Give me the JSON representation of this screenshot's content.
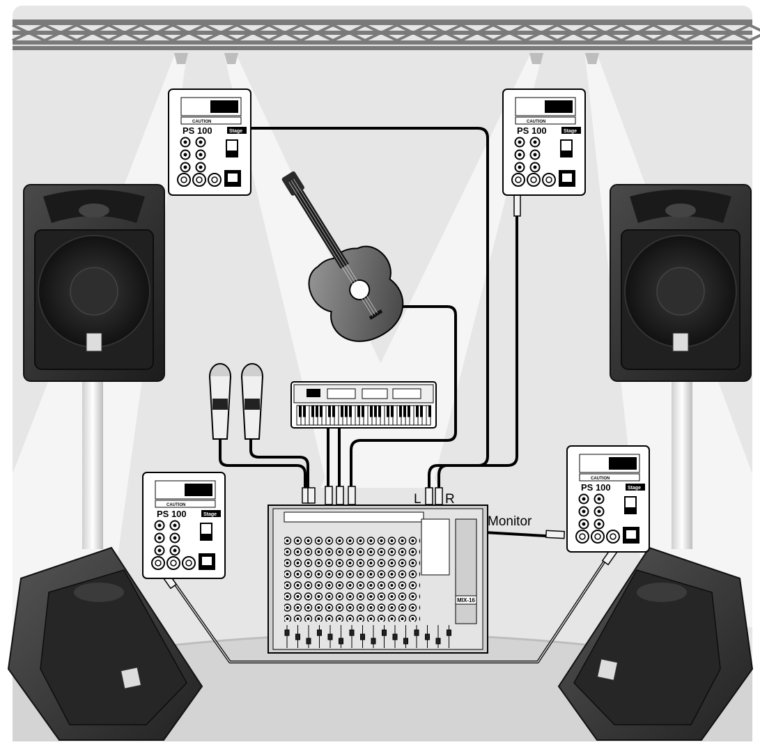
{
  "amp": {
    "model": "PS 100",
    "brand": "Stage",
    "caution": "CAUTION"
  },
  "labels": {
    "left": "L",
    "right": "R",
    "monitor": "Monitor"
  },
  "mixer": {
    "model": "MIX-16"
  },
  "colors": {
    "backdrop": "#e6e6e6",
    "beam": "#f4f4f4",
    "floor": "#d2d2d2",
    "cable": "#000000",
    "speaker": "#2b2b2b"
  }
}
